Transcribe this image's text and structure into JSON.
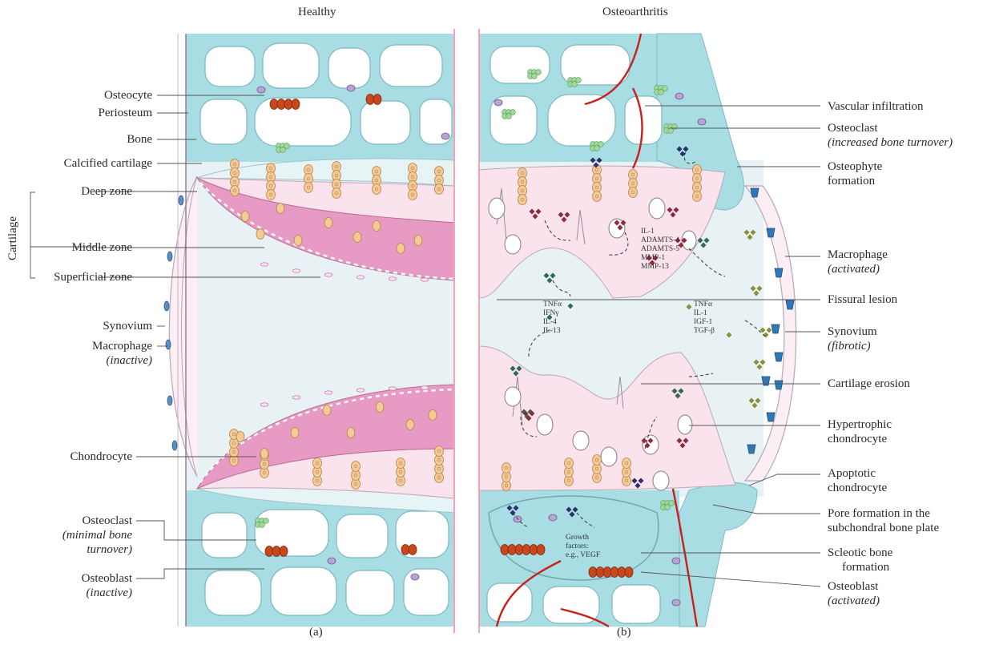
{
  "headers": {
    "left": "Healthy",
    "right": "Osteoarthritis"
  },
  "panels": {
    "a": "(a)",
    "b": "(b)"
  },
  "left_labels": {
    "osteocyte": "Osteocyte",
    "periosteum": "Periosteum",
    "bone": "Bone",
    "calcified_cartilage": "Calcified cartilage",
    "cartilage": "Cartilage",
    "deep_zone": "Deep zone",
    "middle_zone": "Middle zone",
    "superficial_zone": "Superficial zone",
    "synovium": "Synovium",
    "macrophage": "Macrophage",
    "macrophage_note": "(inactive)",
    "chondrocyte": "Chondrocyte",
    "osteoclast": "Osteoclast",
    "osteoclast_note_1": "(minimal bone",
    "osteoclast_note_2": "turnover)",
    "osteoblast": "Osteoblast",
    "osteoblast_note": "(inactive)"
  },
  "right_labels": {
    "vascular_infiltration": "Vascular infiltration",
    "osteoclast": "Osteoclast",
    "osteoclast_note": "(increased bone turnover)",
    "osteophyte_1": "Osteophyte",
    "osteophyte_2": "formation",
    "macrophage": "Macrophage",
    "macrophage_note": "(activated)",
    "fissural_lesion": "Fissural lesion",
    "synovium": "Synovium",
    "synovium_note": "(fibrotic)",
    "cartilage_erosion": "Cartilage erosion",
    "hypertrophic_1": "Hypertrophic",
    "hypertrophic_2": "chondrocyte",
    "apoptotic_1": "Apoptotic",
    "apoptotic_2": "chondrocyte",
    "pore_1": "Pore formation in the",
    "pore_2": "subchondral bone plate",
    "sclerotic_1": "Scleotic bone",
    "sclerotic_2": "formation",
    "osteoblast": "Osteoblast",
    "osteoblast_note": "(activated)"
  },
  "annotations": {
    "mediators_top": [
      "IL-1",
      "ADAMTS-4",
      "ADAMTS-5",
      "MMP-1",
      "MMP-13"
    ],
    "mediators_mid_left": [
      "TNFα",
      "IFNγ",
      "IL-4",
      "IL-13"
    ],
    "mediators_mid_right": [
      "TNFα",
      "IL-1",
      "IGF-1",
      "TGF-β"
    ],
    "growth_factors": [
      "Growth",
      "factors:",
      "e.g., VEGF"
    ]
  },
  "colors": {
    "bone": "#a8dde4",
    "bone_outline": "#7fb8c2",
    "cartilage_pale": "#fbe3ee",
    "cartilage_pink": "#e79bc4",
    "synovial_space": "#e9f3f6",
    "divider": "#f2a3b8",
    "vessel": "#c8201a",
    "osteoblast": "#c8481d",
    "osteoclast": "#9fd89a",
    "chondrocyte": "#f3c995",
    "mediator_red": "#8e2b3c",
    "mediator_green": "#2f6b52",
    "mediator_olive": "#8a8f3a",
    "mediator_navy": "#2a2f6b",
    "macrophage_active": "#2f78b8"
  }
}
